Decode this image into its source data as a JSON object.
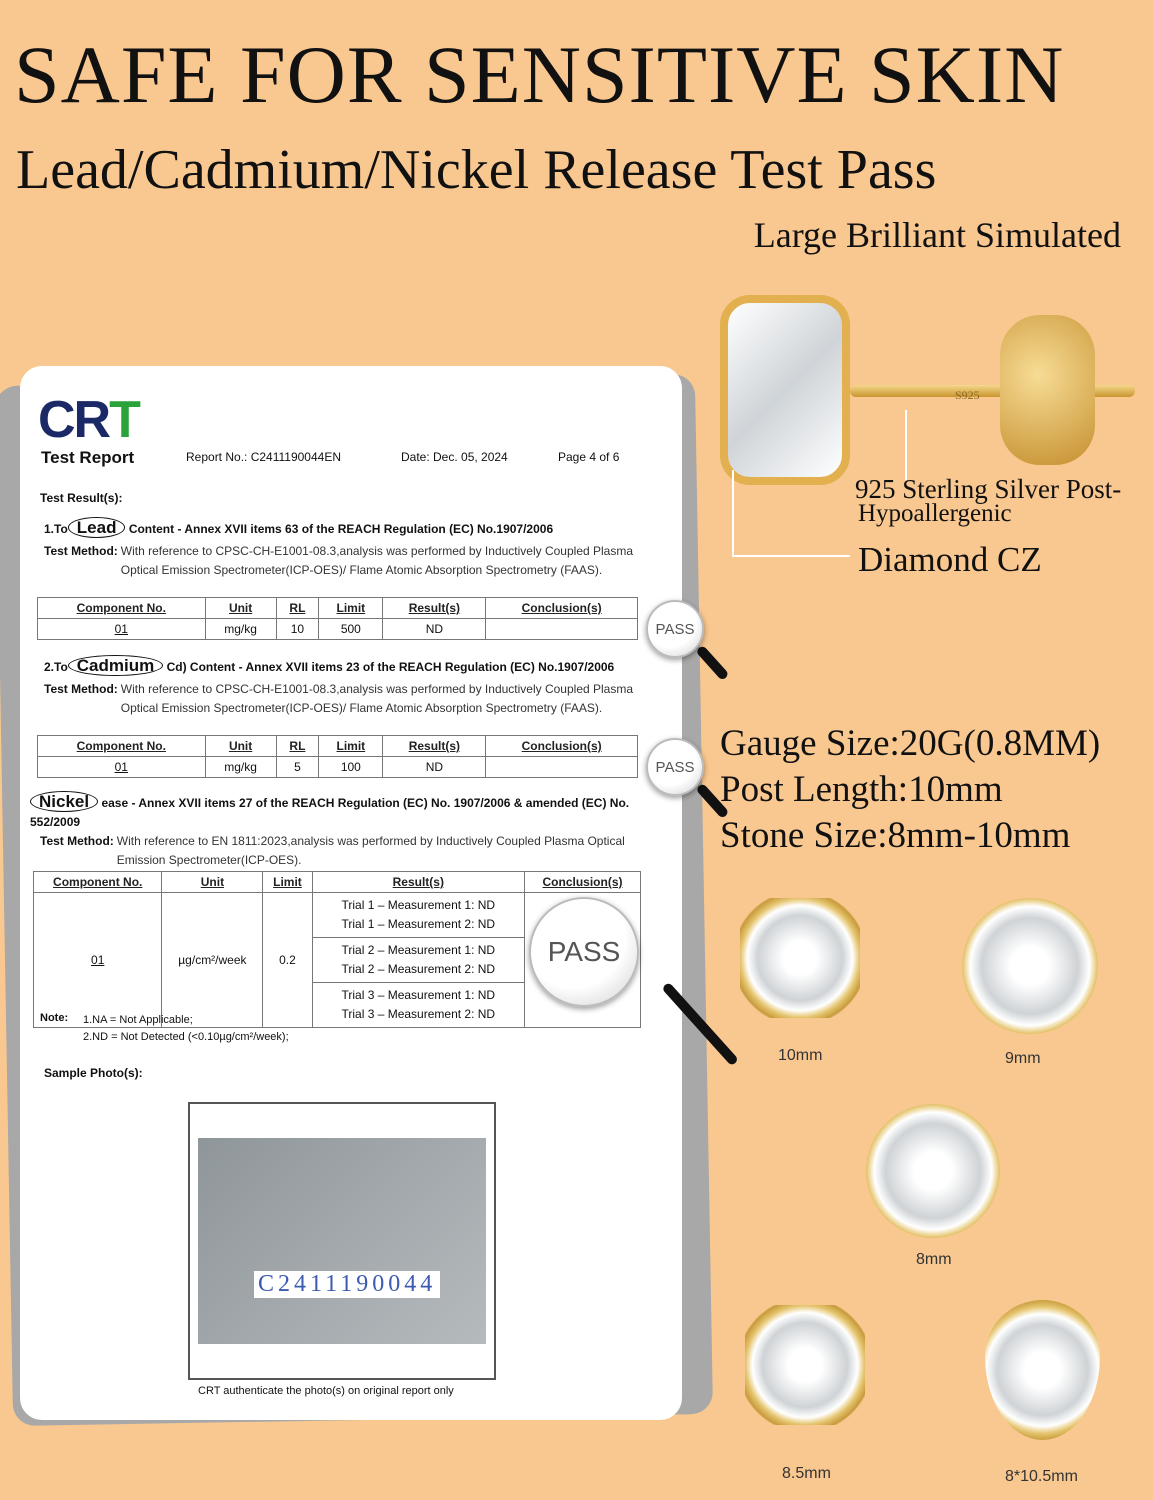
{
  "headline": "SAFE FOR SENSITIVE SKIN",
  "subheadline": "Lead/Cadmium/Nickel Release Test Pass",
  "tagline": "Large Brilliant Simulated",
  "earring_callouts": {
    "post": "925 Sterling Silver Post-",
    "post2": "Hypoallergenic",
    "stone": "Diamond CZ",
    "stamp": "S925"
  },
  "specs": [
    "Gauge Size:20G(0.8MM)",
    "Post Length:10mm",
    "Stone Size:8mm-10mm"
  ],
  "sizes": [
    "10mm",
    "9mm",
    "8mm",
    "8.5mm",
    "8*10.5mm"
  ],
  "report": {
    "logo": "CRT",
    "title": "Test Report",
    "report_no": "Report No.: C2411190044EN",
    "date": "Date: Dec. 05, 2024",
    "page": "Page 4 of 6",
    "results_label": "Test Result(s):",
    "pass": "PASS",
    "sec1": {
      "prefix": "1.To",
      "circled": "Lead",
      "title": "Content - Annex XVII items 63 of the REACH Regulation (EC) No.1907/2006",
      "method_label": "Test Method:",
      "method": "With reference to CPSC-CH-E1001-08.3,analysis was performed by Inductively Coupled Plasma Optical Emission Spectrometer(ICP-OES)/ Flame Atomic Absorption Spectrometry (FAAS).",
      "headers": [
        "Component No.",
        "Unit",
        "RL",
        "Limit",
        "Result(s)",
        "Conclusion(s)"
      ],
      "row": [
        "01",
        "mg/kg",
        "10",
        "500",
        "ND",
        ""
      ]
    },
    "sec2": {
      "prefix": "2.To",
      "circled": "Cadmium",
      "title": "Cd) Content - Annex XVII items 23 of the REACH Regulation (EC) No.1907/2006",
      "method_label": "Test Method:",
      "method": "With reference to CPSC-CH-E1001-08.3,analysis was performed by Inductively Coupled Plasma Optical Emission Spectrometer(ICP-OES)/ Flame Atomic Absorption Spectrometry (FAAS).",
      "headers": [
        "Component No.",
        "Unit",
        "RL",
        "Limit",
        "Result(s)",
        "Conclusion(s)"
      ],
      "row": [
        "01",
        "mg/kg",
        "5",
        "100",
        "ND",
        ""
      ]
    },
    "sec3": {
      "circled": "Nickel",
      "title": "ease - Annex XVII items 27 of the REACH Regulation (EC) No. 1907/2006 & amended (EC) No. 552/2009",
      "method_label": "Test Method:",
      "method": "With reference to EN 1811:2023,analysis was performed by Inductively Coupled Plasma Optical Emission Spectrometer(ICP-OES).",
      "headers": [
        "Component No.",
        "Unit",
        "Limit",
        "Result(s)",
        "Conclusion(s)"
      ],
      "component": "01",
      "unit": "µg/cm²/week",
      "limit": "0.2",
      "results": [
        "Trial 1 – Measurement 1: ND",
        "Trial 1 – Measurement 2: ND",
        "Trial 2 – Measurement 1: ND",
        "Trial 2 – Measurement 2: ND",
        "Trial 3 – Measurement 1: ND",
        "Trial 3 – Measurement 2: ND"
      ]
    },
    "note_label": "Note:",
    "notes": [
      "1.NA = Not Applicable;",
      "2.ND = Not Detected (<0.10µg/cm²/week);"
    ],
    "sample_label": "Sample Photo(s):",
    "sample_code": "C2411190044",
    "photo_caption": "CRT authenticate the photo(s) on original report only"
  }
}
